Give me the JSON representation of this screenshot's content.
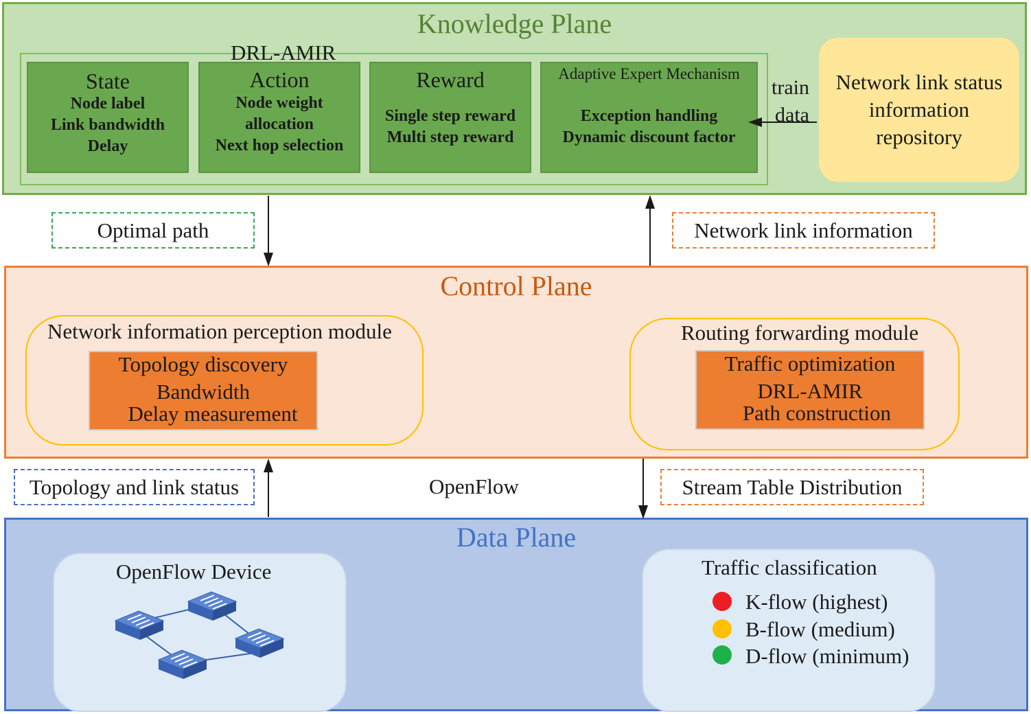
{
  "knowledge_plane": {
    "title": "Knowledge Plane",
    "drl_title": "DRL-AMIR",
    "boxes": [
      {
        "head": "State",
        "lines": [
          "Node label",
          "Link bandwidth",
          "Delay"
        ]
      },
      {
        "head": "Action",
        "lines": [
          "Node weight",
          "allocation",
          "Next hop selection"
        ]
      },
      {
        "head": "Reward",
        "lines": [
          "Single step reward",
          "Multi step reward"
        ]
      },
      {
        "head": "Adaptive Expert Mechanism",
        "lines": [
          "Exception handling",
          "Dynamic discount factor"
        ]
      }
    ],
    "train_label": "train",
    "data_label": "data",
    "repository_lines": [
      "Network link status",
      "information",
      "repository"
    ]
  },
  "between_top": {
    "optimal_path": "Optimal path",
    "network_link_information": "Network link information"
  },
  "control_plane": {
    "title": "Control Plane",
    "perception_module": {
      "title": "Network information perception module",
      "lines": [
        "Topology discovery",
        "Bandwidth",
        "Delay measurement"
      ]
    },
    "routing_module": {
      "title": "Routing forwarding module",
      "lines": [
        "Traffic optimization",
        "DRL-AMIR",
        "Path construction"
      ]
    }
  },
  "between_bottom": {
    "topology_link_status": "Topology and link status",
    "openflow": "OpenFlow",
    "stream_table": "Stream Table Distribution"
  },
  "data_plane": {
    "title": "Data Plane",
    "device_title": "OpenFlow Device",
    "classification_title": "Traffic classification",
    "flows": [
      {
        "label": "K-flow (highest)",
        "color": "#ee1c25"
      },
      {
        "label": "B-flow (medium)",
        "color": "#ffc000"
      },
      {
        "label": "D-flow (minimum)",
        "color": "#1db14b"
      }
    ]
  },
  "colors": {
    "knowledge_fill": "#c5e0b4",
    "control_fill": "#fbe5d6",
    "data_fill": "#b4c7e7",
    "knowledge_title": "#548235",
    "control_title": "#c55a11",
    "data_title": "#4472c4"
  }
}
